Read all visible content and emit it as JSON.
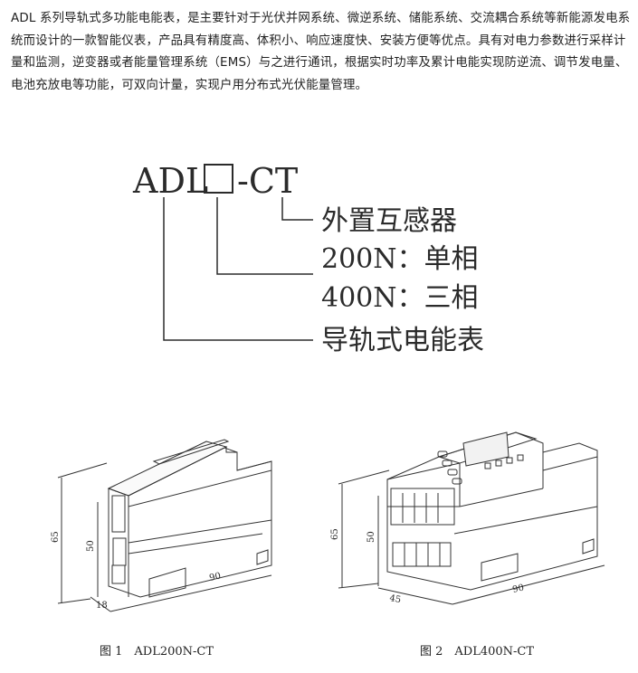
{
  "intro_text": "ADL 系列导轨式多功能电能表，是主要针对于光伏并网系统、微逆系统、储能系统、交流耦合系统等新能源发电系统而设计的一款智能仪表，产品具有精度高、体积小、响应速度快、安装方便等优点。具有对电力参数进行采样计量和监测，逆变器或者能量管理系统（EMS）与之进行通讯，根据实时功率及累计电能实现防逆流、调节发电量、电池充放电等功能，可双向计量，实现户用分布式光伏能量管理。",
  "model_code": {
    "prefix": "ADL",
    "suffix": "-CT",
    "items": [
      {
        "label": "外置互感器"
      },
      {
        "label": "200N：单相"
      },
      {
        "label": "400N：三相"
      },
      {
        "label": "导轨式电能表"
      }
    ]
  },
  "figures": [
    {
      "caption": "图 1　ADL200N-CT",
      "dims": {
        "height_total": "65",
        "height_body": "50",
        "depth": "90",
        "width": "18"
      }
    },
    {
      "caption": "图 2　ADL400N-CT",
      "dims": {
        "height_total": "65",
        "height_body": "50",
        "depth": "90",
        "width": "45"
      }
    }
  ]
}
